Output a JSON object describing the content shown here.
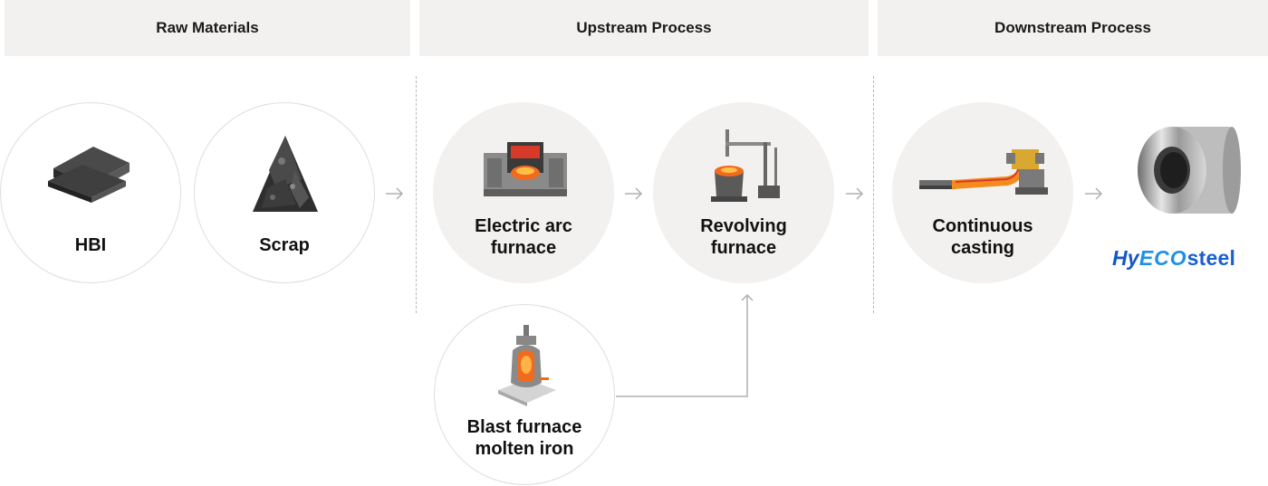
{
  "headers": {
    "raw": "Raw Materials",
    "upstream": "Upstream Process",
    "downstream": "Downstream Process"
  },
  "nodes": {
    "hbi": "HBI",
    "scrap": "Scrap",
    "eaf": "Electric arc\nfurnace",
    "revolving": "Revolving\nfurnace",
    "blast": "Blast furnace\nmolten iron",
    "casting": "Continuous\ncasting"
  },
  "logo": {
    "hy": "Hy",
    "eco": "ECO",
    "steel": "steel"
  },
  "icons": {
    "hbi": "hbi-briquette-icon",
    "scrap": "scrap-pile-icon",
    "eaf": "electric-arc-furnace-icon",
    "revolving": "revolving-furnace-icon",
    "blast": "blast-furnace-icon",
    "casting": "continuous-casting-icon",
    "coil": "steel-coil-icon"
  },
  "colors": {
    "header_bg": "#f3f1ef",
    "filled_circle": "#f3f1ef",
    "molten": "#f26b1d",
    "logo_blue": "#1a6fe0",
    "arrow": "#b0b0b0"
  }
}
